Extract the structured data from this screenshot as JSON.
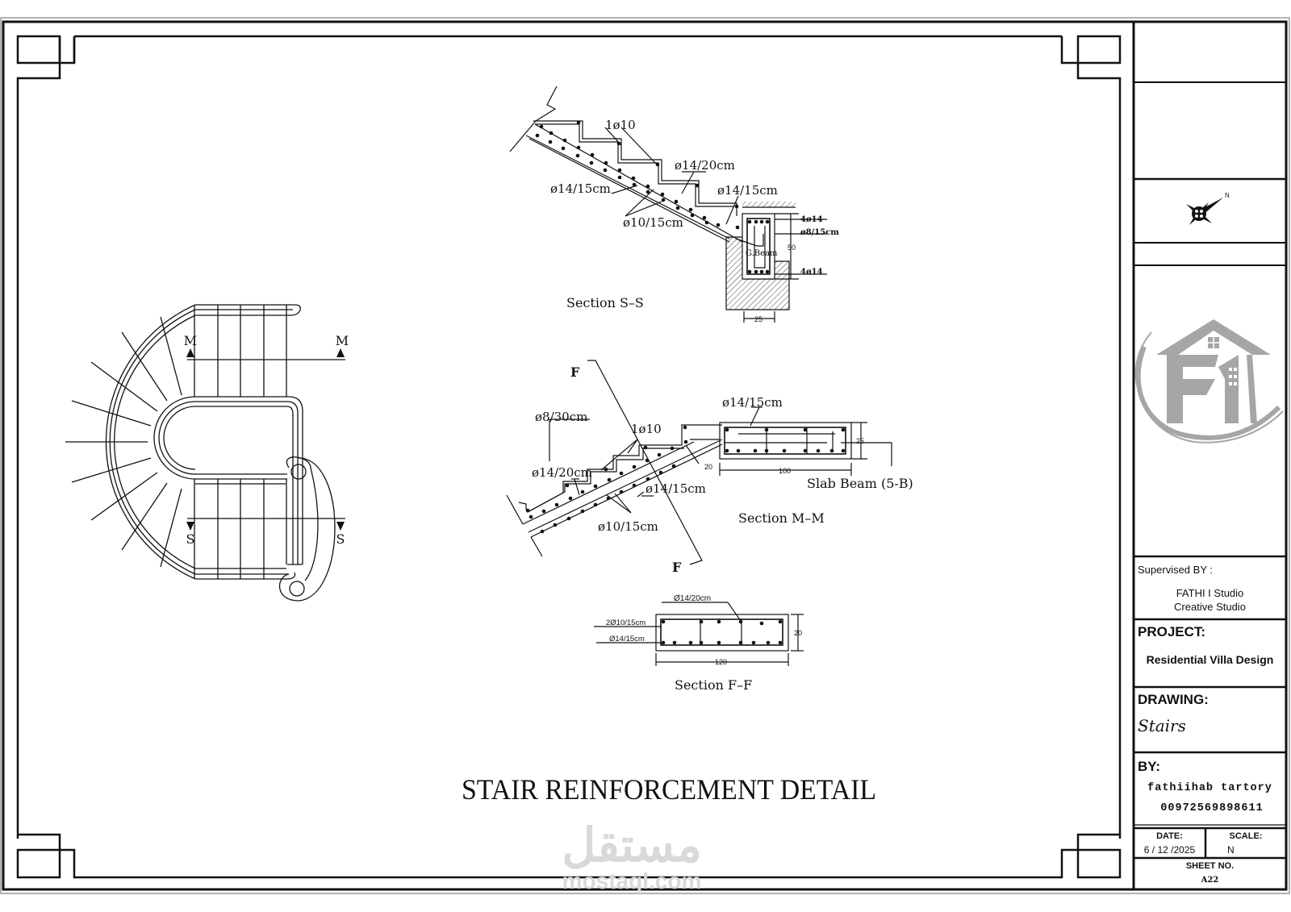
{
  "drawing_title": "STAIR REINFORCEMENT DETAIL",
  "plan": {
    "cut_labels": {
      "m_left": "M",
      "m_right": "M",
      "s_left": "S",
      "s_right": "S"
    }
  },
  "section_ss": {
    "title": "Section S–S",
    "labels": {
      "top_bar": "1ø10",
      "upper_bar": "ø14/20cm",
      "bottom_left": "ø14/15cm",
      "right_bar": "ø14/15cm",
      "distribution": "ø10/15cm",
      "beam_top": "4ø14",
      "stirrup": "ø8/15cm",
      "beam_bottom": "4ø14",
      "beam_name": "G.Beam",
      "beam_height": "50",
      "beam_width": "25"
    }
  },
  "section_mm": {
    "title": "Section M–M",
    "labels": {
      "cut_top": "F",
      "cut_bottom": "F",
      "stirrup": "ø8/30cm",
      "top_bar": "1ø10",
      "upper_bar": "ø14/20cm",
      "beam_bar": "ø14/15cm",
      "bottom_bar": "ø14/15cm",
      "distribution": "ø10/15cm",
      "dim_20": "20",
      "dim_25": "25",
      "dim_100": "100",
      "slab_beam": "Slab Beam (5-B)"
    }
  },
  "section_ff": {
    "title": "Section F–F",
    "labels": {
      "top": "Ø14/20cm",
      "left_upper": "2Ø10/15cm",
      "left_lower": "Ø14/15cm",
      "height": "20",
      "width": "120"
    }
  },
  "title_block": {
    "supervised_label": "Supervised BY :",
    "supervisor_line1": "FATHI I Studio",
    "supervisor_line2": "Creative Studio",
    "project_label": "PROJECT:",
    "project_value": "Residential Villa Design",
    "drawing_label": "DRAWING:",
    "drawing_value": "Stairs",
    "by_label": "BY:",
    "by_name": "fathiihab tartory",
    "by_phone": "00972569898611",
    "date_label": "DATE:",
    "date_value": "6 / 12 /2025",
    "scale_label": "SCALE:",
    "scale_value": "N",
    "sheet_label": "SHEET NO.",
    "sheet_value": "A22",
    "north_label": "N"
  },
  "watermark": {
    "arabic": "مستقل",
    "latin": "mostaql.com"
  },
  "colors": {
    "line": "#111111",
    "logo_gray": "#a6a6a6",
    "watermark": "#d9d9d9"
  }
}
